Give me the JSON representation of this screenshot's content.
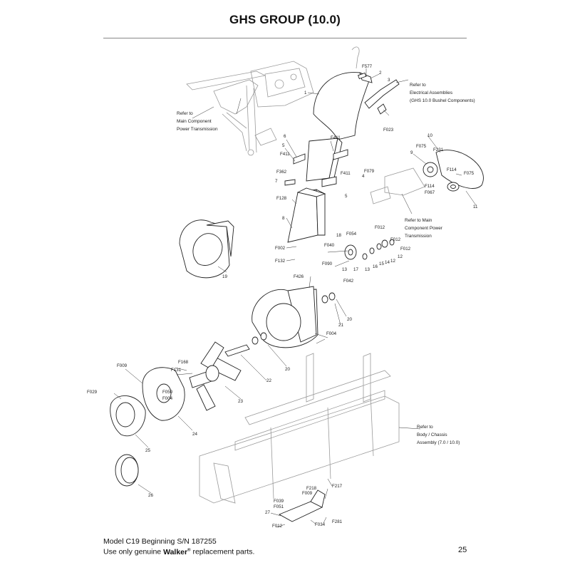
{
  "title": "GHS GROUP (10.0)",
  "footer": {
    "model_line": "Model C19 Beginning S/N 187255",
    "disclaimer_prefix": "Use only genuine ",
    "brand": "Walker",
    "registered": "®",
    "disclaimer_suffix": " replacement parts."
  },
  "page_number": "25",
  "notes": {
    "main_power_1": "Refer to",
    "main_power_2": "Main Component",
    "main_power_3": "Power Transmission",
    "electrical_1": "Refer to",
    "electrical_2": "Electrical Assemblies",
    "electrical_3": "(GHS 10.0 Bushel Components)",
    "component_power_1": "Refer to Main",
    "component_power_2": "Component Power",
    "component_power_3": "Transmission",
    "chassis_1": "Refer to",
    "chassis_2": "Body / Chassis",
    "chassis_3": "Assembly (7.0 / 10.0)"
  },
  "callouts": {
    "c1": "1",
    "c2": "2",
    "c3": "3",
    "c4": "4",
    "c5a": "5",
    "c5b": "5",
    "c6": "6",
    "c7": "7",
    "c8": "8",
    "c9": "9",
    "c10": "10",
    "c11": "11",
    "c12a": "12",
    "c12b": "12",
    "c13a": "13",
    "c13b": "13",
    "c14": "14",
    "c15": "15",
    "c16": "16",
    "c17": "17",
    "c18": "18",
    "c19": "19",
    "c20a": "20",
    "c20b": "20",
    "c21": "21",
    "c22": "22",
    "c23": "23",
    "c24": "24",
    "c25": "25",
    "c26": "26",
    "c27": "27",
    "f577": "F577",
    "f023": "F023",
    "f411a": "F411",
    "f411b": "F411",
    "f411c": "F411",
    "f079": "F079",
    "f362": "F362",
    "f128": "F128",
    "f075a": "F075",
    "f075b": "F075",
    "f231": "F231",
    "f114a": "F114",
    "f114b": "F114",
    "f067": "F067",
    "f012a": "F012",
    "f012b": "F012",
    "f012c": "F012",
    "f054": "F054",
    "f040": "F040",
    "f042": "F042",
    "f002": "F002",
    "f132": "F132",
    "f090": "F090",
    "f426": "F426",
    "f004a": "F004",
    "f004b": "F004",
    "f050": "F050",
    "f009a": "F009",
    "f009b": "F009",
    "f168": "F168",
    "f131": "F131",
    "f029": "F029",
    "f218": "F218",
    "f217": "F217",
    "f039": "F039",
    "f051": "F051",
    "f034": "F034",
    "f281": "F281"
  }
}
